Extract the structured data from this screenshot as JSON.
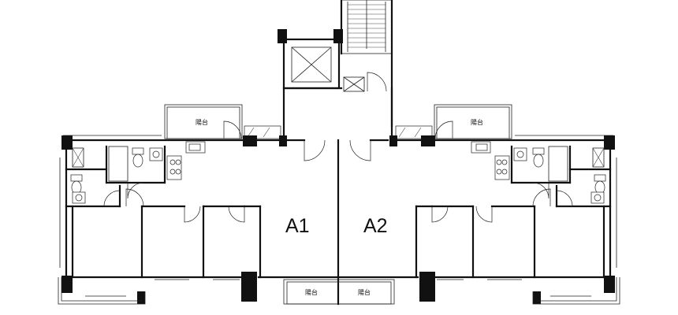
{
  "units": {
    "left": {
      "label": "A1"
    },
    "right": {
      "label": "A2"
    }
  },
  "balconies": {
    "upper_left": "陽台",
    "upper_right": "陽台",
    "bottom_left": "陽台",
    "bottom_right": "陽台"
  },
  "icons": [
    "elevator-icon",
    "stair-icon",
    "door-icon",
    "toilet-icon",
    "sink-icon",
    "stove-icon",
    "column-icon"
  ]
}
